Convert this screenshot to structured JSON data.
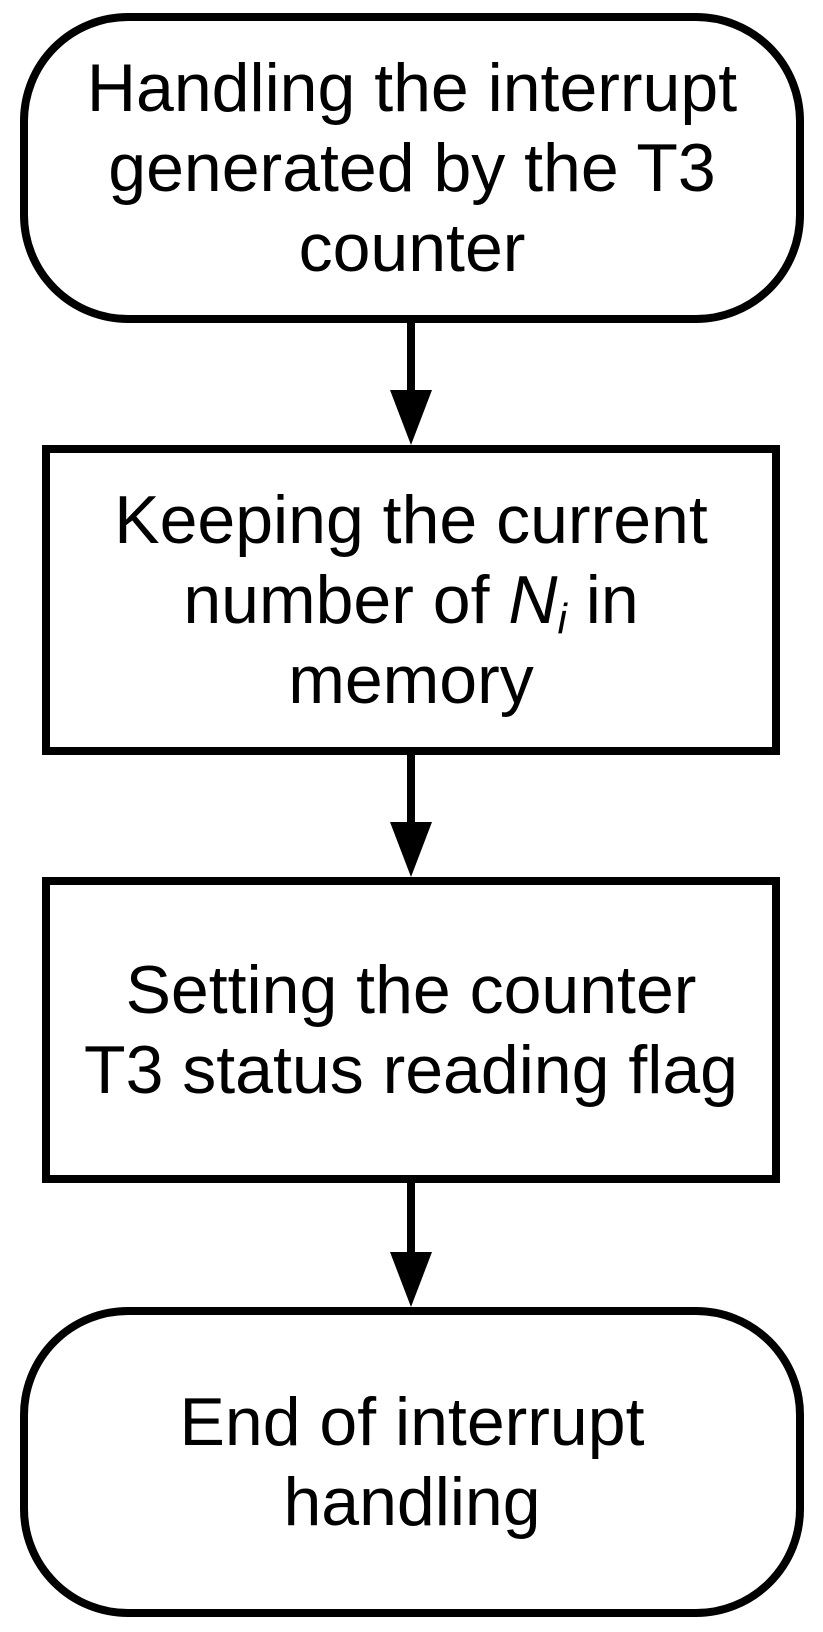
{
  "figure": {
    "type": "flowchart",
    "background_color": "#ffffff",
    "stroke_color": "#000000",
    "text_color": "#000000"
  },
  "flowchart": {
    "nodes": [
      {
        "shape": "terminator",
        "lines": [
          "Handling the interrupt",
          "generated by the T3",
          "counter"
        ]
      },
      {
        "shape": "process",
        "line1": "Keeping the current",
        "line2_before": "number of ",
        "line2_var": "N",
        "line2_var_sub": "i",
        "line2_after": " in",
        "line3": "memory"
      },
      {
        "shape": "process",
        "lines": [
          "Setting the counter",
          "T3 status reading flag"
        ]
      },
      {
        "shape": "terminator",
        "lines": [
          "End of interrupt",
          "handling"
        ]
      }
    ],
    "connectors": [
      {
        "from": "terminator-start",
        "to": "process-keep-number",
        "direction": "down"
      },
      {
        "from": "process-keep-number",
        "to": "process-set-flag",
        "direction": "down"
      },
      {
        "from": "process-set-flag",
        "to": "terminator-end",
        "direction": "down"
      }
    ]
  }
}
